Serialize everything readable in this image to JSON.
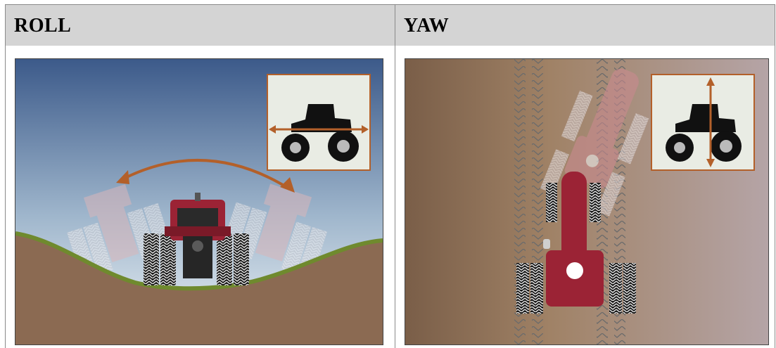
{
  "table": {
    "columns": [
      {
        "header": "ROLL",
        "image": "tractor-roll-diagram"
      },
      {
        "header": "YAW",
        "image": "tractor-yaw-diagram"
      }
    ]
  },
  "colors": {
    "tractor_red": "#9b2335",
    "arrow_orange": "#b3602a",
    "ground_brown": "#8b6a52",
    "grass_green": "#6f8a2e",
    "sky_top": "#3c5a8a",
    "sky_bottom": "#e6eef4",
    "inset_bg": "#e9ece4",
    "header_bg": "#d4d4d4"
  }
}
